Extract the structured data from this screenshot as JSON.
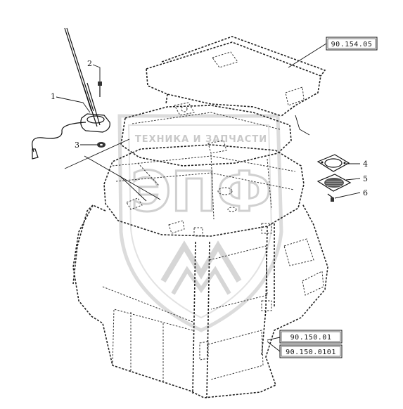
{
  "watermark": {
    "top_text": "ТЕХНИКА И ЗАПЧАСТИ",
    "big_text": "ЭПФ"
  },
  "callouts": [
    {
      "id": "1",
      "label": "1"
    },
    {
      "id": "2",
      "label": "2"
    },
    {
      "id": "3",
      "label": "3"
    },
    {
      "id": "4",
      "label": "4"
    },
    {
      "id": "5",
      "label": "5"
    },
    {
      "id": "6",
      "label": "6"
    }
  ],
  "references": [
    {
      "id": "ref-top",
      "label": "90.154.05"
    },
    {
      "id": "ref-mid",
      "label": "90.150.01"
    },
    {
      "id": "ref-bottom",
      "label": "90.150.0101"
    }
  ]
}
